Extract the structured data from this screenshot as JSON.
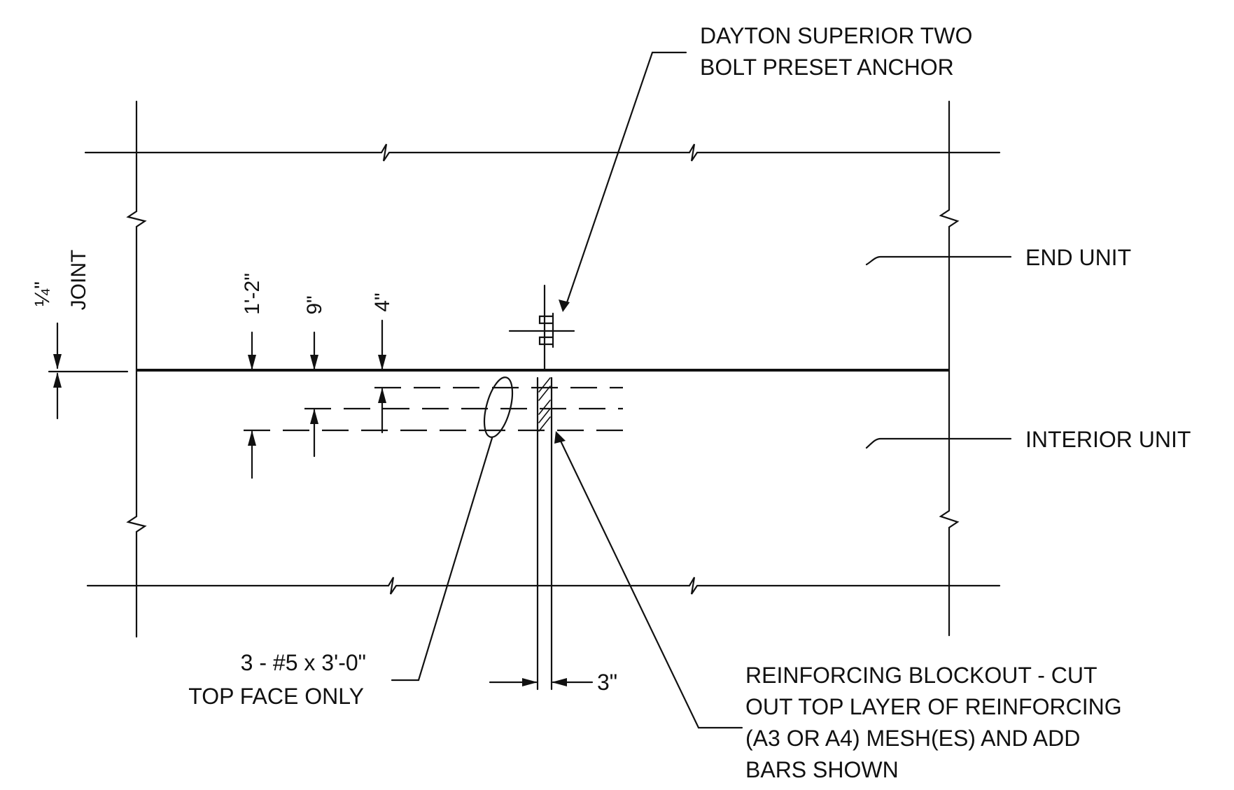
{
  "labels": {
    "anchor_line1": "DAYTON SUPERIOR TWO",
    "anchor_line2": "BOLT PRESET ANCHOR",
    "end_unit": "END UNIT",
    "interior_unit": "INTERIOR UNIT",
    "bars_line1": "3 - #5 x 3'-0\"",
    "bars_line2": "TOP FACE ONLY",
    "blockout_line1": "REINFORCING BLOCKOUT - CUT",
    "blockout_line2": "OUT TOP LAYER OF REINFORCING",
    "blockout_line3": "(A3 OR A4) MESH(ES) AND ADD",
    "blockout_line4": "BARS SHOWN"
  },
  "dimensions": {
    "joint_frac": "¼\"",
    "joint_word": "JOINT",
    "d1": "1'-2\"",
    "d2": "9\"",
    "d3": "4\"",
    "blockout_width": "3\""
  },
  "colors": {
    "ink": "#111111",
    "background": "#ffffff"
  }
}
